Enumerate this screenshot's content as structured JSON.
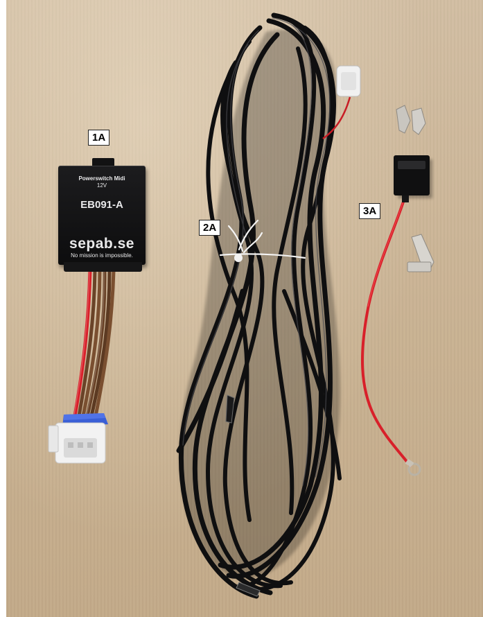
{
  "image": {
    "labels": {
      "item_1": "1A",
      "item_2": "2A",
      "item_3": "3A"
    },
    "module": {
      "product_line": "Powerswitch Midi",
      "voltage": "12V",
      "model": "EB091-A",
      "brand": "sepab.se",
      "slogan": "No mission is impossible."
    },
    "colors": {
      "background": "#cbb497",
      "cable_black": "#0e0e0f",
      "wire_red": "#d8202a",
      "wire_brown": "#6a4328",
      "connector_blue": "#3a5fd6",
      "connector_white": "#f2f2f2"
    }
  }
}
